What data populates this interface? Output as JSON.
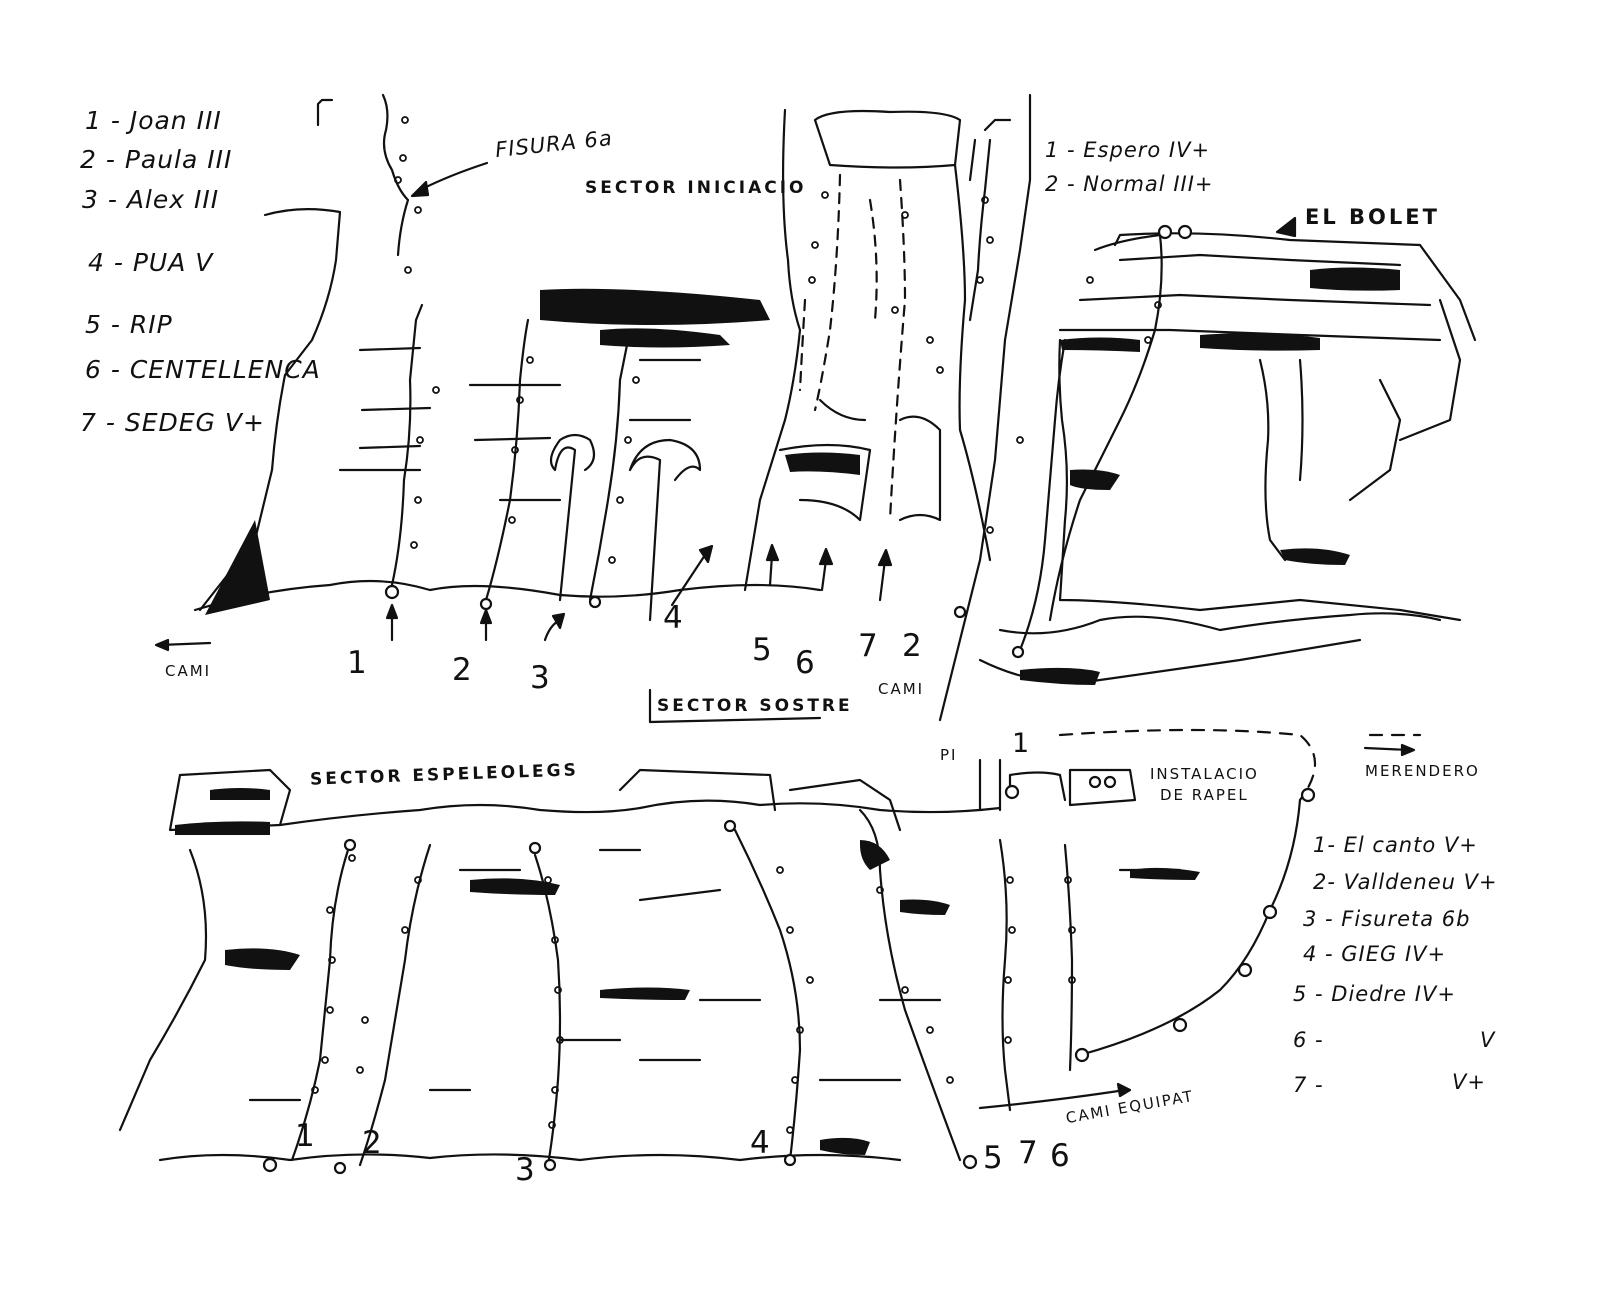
{
  "legend_top_left": [
    "1 - Joan III",
    "2 - Paula III",
    "3 - Alex III",
    "4 - PUA V",
    "5 - RIP",
    "6 - CENTELLENCA",
    "7 - SEDEG V+"
  ],
  "legend_top_right": [
    "1 - Espero IV+",
    "2 - Normal III+"
  ],
  "legend_bottom_right": [
    "1- El canto V+",
    "2- Valldeneu V+",
    "3 - Fisureta 6b",
    "4 - GIEG IV+",
    "5 - Diedre IV+",
    "6 -",
    "V",
    "7 -",
    "V+"
  ],
  "labels": {
    "fisura": "FISURA 6a",
    "sector_iniciacio": "SECTOR INICIACIO",
    "el_bolet": "EL BOLET",
    "cami_left": "CAMI",
    "sector_sostre": "SECTOR SOSTRE",
    "cami_mid": "CAMI",
    "sector_espeleolegs": "SECTOR ESPELEOLEGS",
    "pi": "PI",
    "pi_num": "1",
    "instalacio": "INSTALACIO",
    "de_rapel": "DE RAPEL",
    "merendero": "MERENDERO",
    "cami_equipat": "CAMI EQUIPAT"
  },
  "route_numbers_top": [
    "1",
    "2",
    "3",
    "4",
    "5",
    "6",
    "7",
    "2"
  ],
  "route_numbers_bottom": [
    "1",
    "2",
    "3",
    "4",
    "5",
    "7",
    "6"
  ]
}
